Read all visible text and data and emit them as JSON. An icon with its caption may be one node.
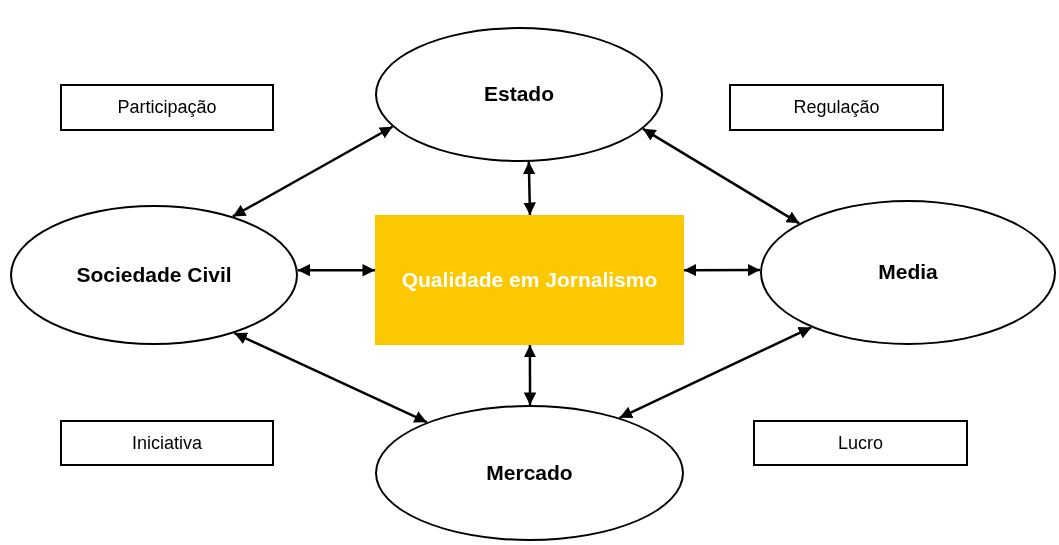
{
  "diagram": {
    "nodes": [
      {
        "text": [
          "Estado"
        ]
      },
      {
        "text": [
          "Participação"
        ]
      },
      {
        "text": [
          "Regulação"
        ]
      },
      {
        "text": [
          "Sociedade Civil"
        ]
      },
      {
        "text": [
          "Qualidade em Jornalismo"
        ]
      },
      {
        "text": [
          "Media"
        ]
      },
      {
        "text": [
          "Iniciativa"
        ]
      },
      {
        "text": [
          "Lucro"
        ]
      },
      {
        "text": [
          "Mercado"
        ]
      }
    ],
    "edges": [
      {
        "from": 0,
        "to": 3,
        "arrow": "both"
      },
      {
        "from": 0,
        "to": 4,
        "arrow": "both"
      },
      {
        "from": 0,
        "to": 5,
        "arrow": "both"
      },
      {
        "from": 3,
        "to": 4,
        "arrow": "both"
      },
      {
        "from": 4,
        "to": 5,
        "arrow": "both"
      },
      {
        "from": 3,
        "to": 8,
        "arrow": "both"
      },
      {
        "from": 4,
        "to": 8,
        "arrow": "both"
      },
      {
        "from": 5,
        "to": 8,
        "arrow": "both"
      }
    ]
  }
}
